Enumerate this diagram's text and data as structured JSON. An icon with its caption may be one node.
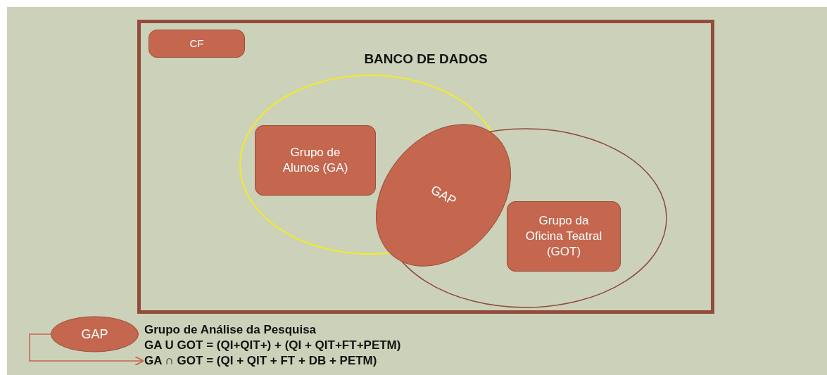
{
  "diagram": {
    "nodes": [
      {
        "text": [
          "BANCO DE DADOS"
        ]
      },
      {
        "text": [
          "CF"
        ],
        "in": 0
      },
      {
        "text": [],
        "shape": "circle",
        "in": 0
      },
      {
        "text": [
          "Grupo de Alunos (GA)"
        ],
        "in": 2
      },
      {
        "text": [
          "GAP"
        ],
        "in": 0
      },
      {
        "text": [],
        "shape": "circle",
        "in": 0
      },
      {
        "text": [
          "Grupo da Oficina Teatral (GOT)"
        ],
        "in": 5
      },
      {
        "text": [
          "GAP"
        ],
        "beside": [
          "Grupo de Análise da Pesquisa"
        ]
      },
      {
        "text": [
          "GA ∩ GOT = (QI + QIT +  FT + DB + PETM)"
        ]
      }
    ],
    "edges": [
      {
        "from": 7,
        "to": 8,
        "arrow": "to"
      }
    ],
    "labels": [
      "GA U GOT = (QI+QIT+) + (QI + QIT+FT+PETM)"
    ]
  }
}
